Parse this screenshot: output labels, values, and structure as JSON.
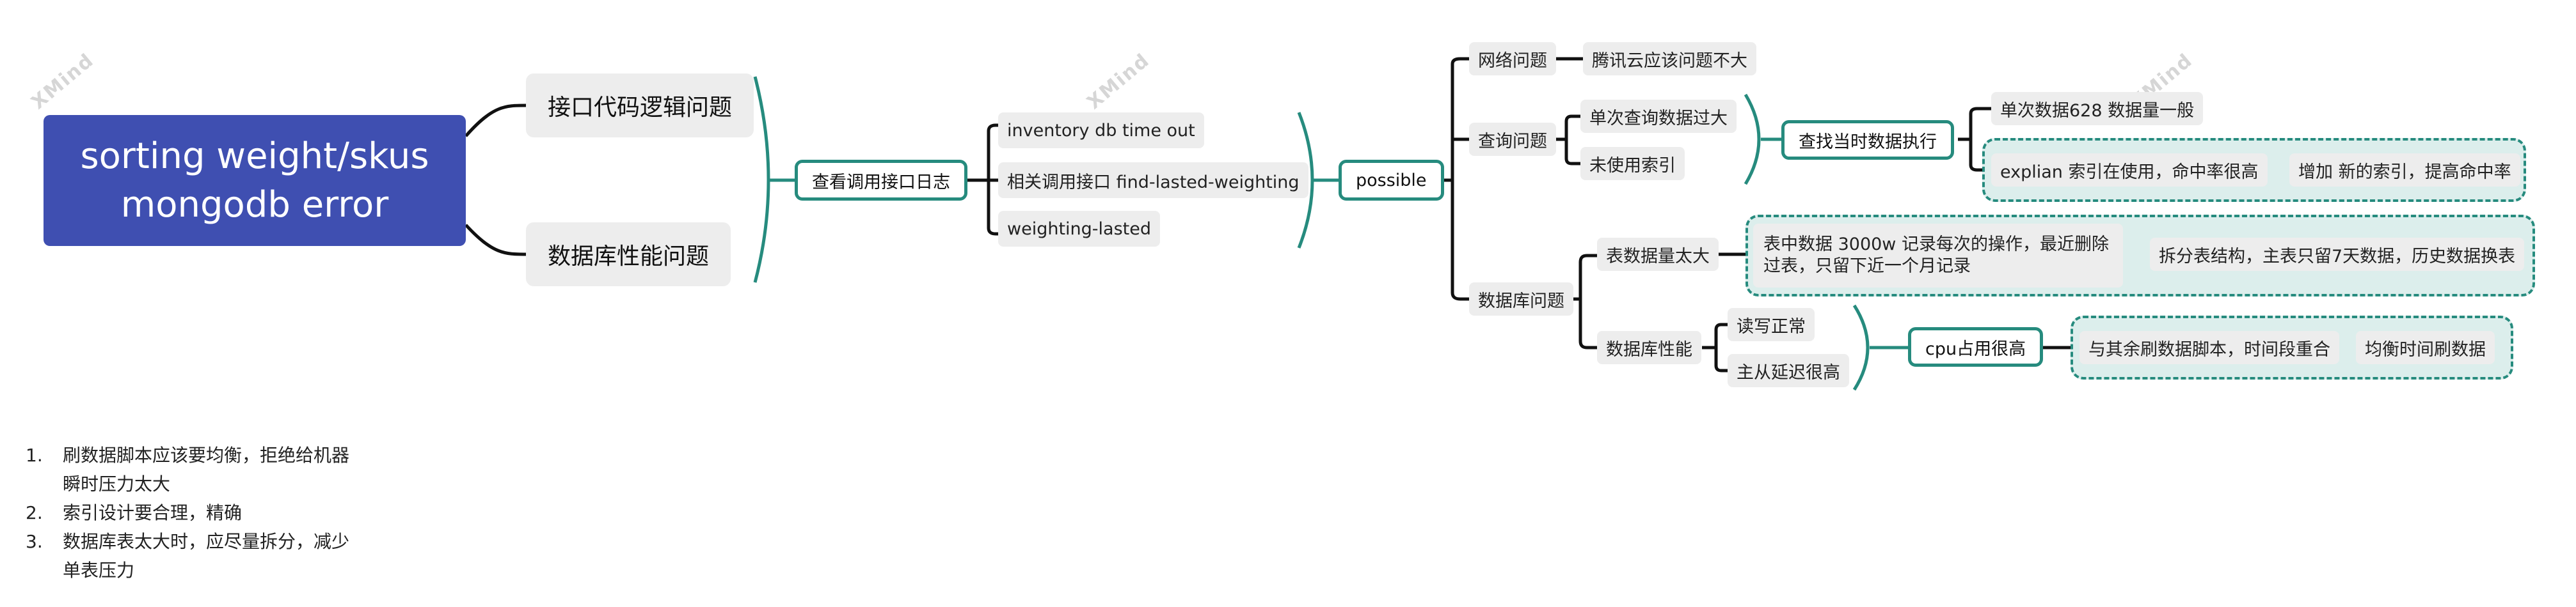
{
  "root": {
    "title": "sorting weight/skus\nmongodb error"
  },
  "main_topics": [
    {
      "label": "接口代码逻辑问题"
    },
    {
      "label": "数据库性能问题"
    }
  ],
  "log_node": {
    "label": "查看调用接口日志"
  },
  "log_items": [
    {
      "label": "inventory db time out"
    },
    {
      "label": "相关调用接口 find-lasted-weighting"
    },
    {
      "label": "weighting-lasted"
    }
  ],
  "possible_node": {
    "label": "possible"
  },
  "categories": [
    {
      "label": "网络问题"
    },
    {
      "label": "查询问题"
    },
    {
      "label": "数据库问题"
    }
  ],
  "network_leaf": {
    "label": "腾讯云应该问题不大"
  },
  "query_items": [
    {
      "label": "单次查询数据过大"
    },
    {
      "label": "未使用索引"
    }
  ],
  "query_check": {
    "label": "查找当时数据执行"
  },
  "query_results": {
    "single_data": "单次数据628 数据量一般",
    "explain": "explian 索引在使用，命中率很高",
    "add_index": "增加 新的索引，提高命中率"
  },
  "db_items": [
    {
      "label": "表数据量太大"
    },
    {
      "label": "数据库性能"
    }
  ],
  "table_detail": {
    "text": "表中数据 3000w 记录每次的操作，最近删除过表，只留下近一个月记录"
  },
  "table_fix": {
    "label": "拆分表结构，主表只留7天数据，历史数据换表"
  },
  "perf_items": [
    {
      "label": "读写正常"
    },
    {
      "label": "主从延迟很高"
    }
  ],
  "cpu_node": {
    "label": "cpu占用很高"
  },
  "cpu_cause": {
    "label": "与其余刷数据脚本，时间段重合"
  },
  "cpu_fix": {
    "label": "均衡时间刷数据"
  },
  "notes": [
    {
      "num": "1.",
      "text": "刷数据脚本应该要均衡，拒绝给机器瞬时压力太大"
    },
    {
      "num": "2.",
      "text": "索引设计要合理，精确"
    },
    {
      "num": "3.",
      "text": "数据库表太大时，应尽量拆分，减少单表压力"
    }
  ],
  "watermark": "XMind",
  "colors": {
    "root": "#3F4FB1",
    "accent": "#268B7E",
    "node_bg": "#EDEDED",
    "group_bg": "#DCEEEC"
  }
}
